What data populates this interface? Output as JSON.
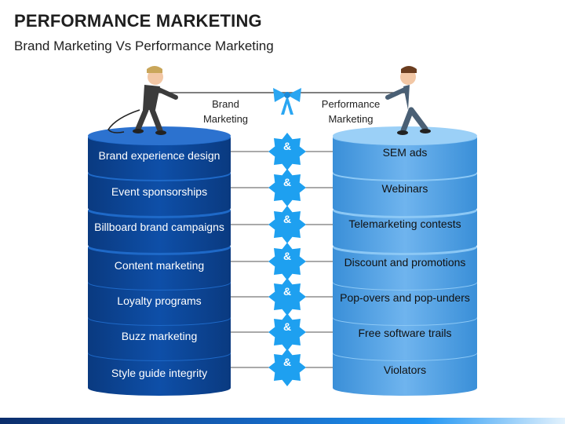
{
  "header": {
    "title": "PERFORMANCE MARKETING",
    "subtitle": "Brand Marketing Vs Performance Marketing"
  },
  "columns": {
    "left_label": "Brand\nMarketing",
    "right_label": "Performance\nMarketing"
  },
  "connector_symbol": "&",
  "rows": [
    {
      "brand": "Brand experience design",
      "performance": "SEM ads"
    },
    {
      "brand": "Event sponsorships",
      "performance": "Webinars"
    },
    {
      "brand": "Billboard brand campaigns",
      "performance": "Telemarketing contests"
    },
    {
      "brand": "Content marketing",
      "performance": "Discount and promotions"
    },
    {
      "brand": "Loyalty programs",
      "performance": "Pop-overs and pop-unders"
    },
    {
      "brand": "Buzz marketing",
      "performance": "Free software trails"
    },
    {
      "brand": "Style guide integrity",
      "performance": "Violators"
    }
  ],
  "colors": {
    "brand_disk": "#0e4fa8",
    "brand_disk_dark": "#0a3a80",
    "brand_disk_top": "#1e69c8",
    "performance_disk": "#3a8fd8",
    "performance_disk_light": "#6fb4ee",
    "performance_disk_top": "#8cc8f5",
    "star": "#1ea0f0",
    "ribbon": "#2aa6f2"
  }
}
